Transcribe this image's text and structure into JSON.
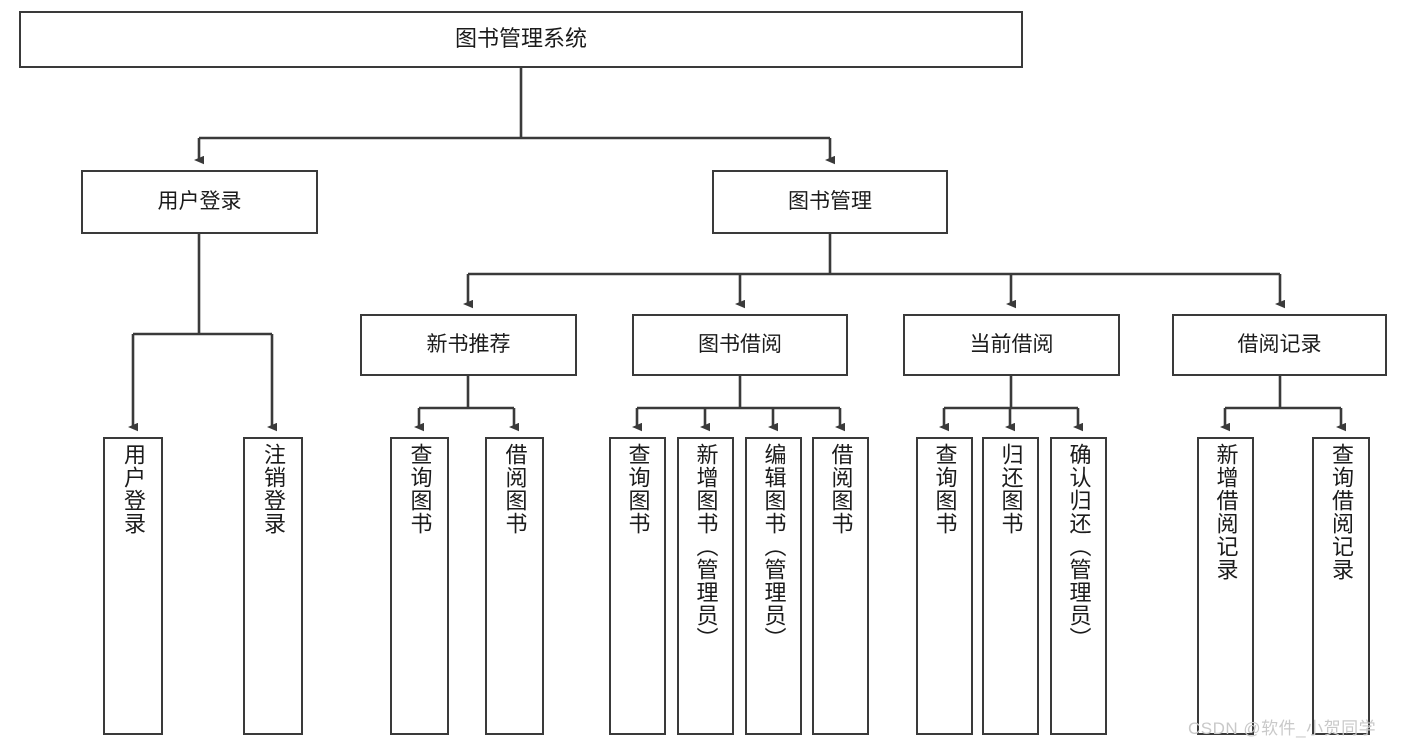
{
  "diagram": {
    "type": "tree",
    "title": "图书管理系统",
    "watermark": "CSDN @软件_小贺同学",
    "colors": {
      "box_border": "#3a3a3a",
      "box_fill": "#ffffff",
      "connector": "#3a3a3a",
      "text": "#1b1b1b",
      "watermark": "#c9c9c9"
    },
    "root": {
      "label": "图书管理系统"
    },
    "level1": [
      {
        "label": "用户登录"
      },
      {
        "label": "图书管理"
      }
    ],
    "level2": [
      {
        "label": "新书推荐"
      },
      {
        "label": "图书借阅"
      },
      {
        "label": "当前借阅"
      },
      {
        "label": "借阅记录"
      }
    ],
    "leaves": {
      "user_login": [
        {
          "label": "用户登录"
        },
        {
          "label": "注销登录"
        }
      ],
      "new_book": [
        {
          "label": "查询图书"
        },
        {
          "label": "借阅图书"
        }
      ],
      "book_borrow": [
        {
          "label": "查询图书"
        },
        {
          "label": "新增图书（管理员）"
        },
        {
          "label": "编辑图书（管理员）"
        },
        {
          "label": "借阅图书"
        }
      ],
      "current_borrow": [
        {
          "label": "查询图书"
        },
        {
          "label": "归还图书"
        },
        {
          "label": "确认归还（管理员）"
        }
      ],
      "borrow_record": [
        {
          "label": "新增借阅记录"
        },
        {
          "label": "查询借阅记录"
        }
      ]
    }
  }
}
